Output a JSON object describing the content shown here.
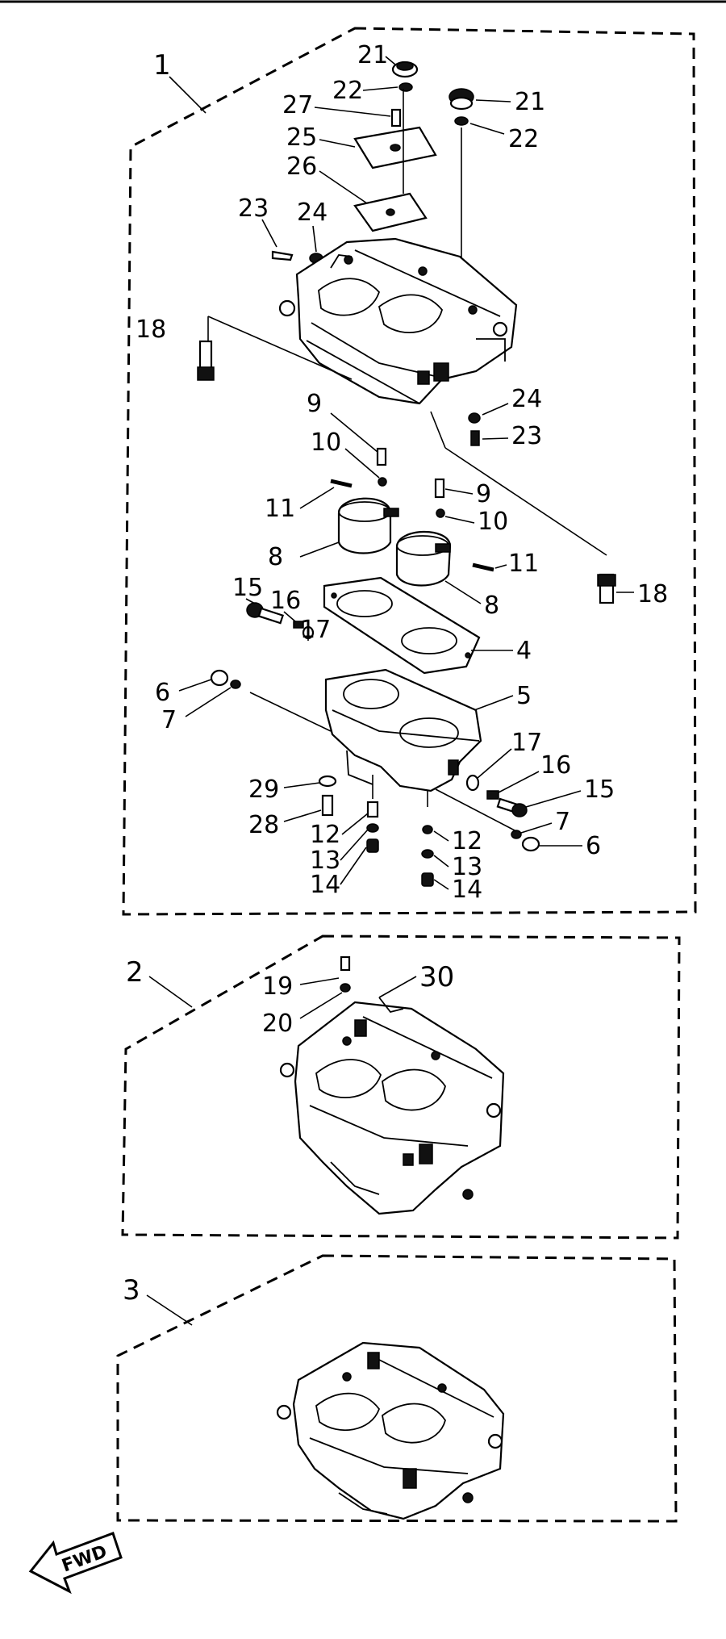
{
  "diagram": {
    "kind": "exploded parts diagram",
    "direction_tag": "FWD",
    "assemblies": [
      {
        "callout": "1"
      },
      {
        "callout": "2"
      },
      {
        "callout": "3"
      }
    ],
    "labels": {
      "l21a": "21",
      "l22a": "22",
      "l21b": "21",
      "l22b": "22",
      "l27": "27",
      "l25": "25",
      "l26": "26",
      "l23a": "23",
      "l24a": "24",
      "l18a": "18",
      "l24b": "24",
      "l23b": "23",
      "l9a": "9",
      "l10a": "10",
      "l9b": "9",
      "l10b": "10",
      "l11a": "11",
      "l8a": "8",
      "l11b": "11",
      "l8b": "8",
      "l18b": "18",
      "l15a": "15",
      "l16a": "16",
      "l17a": "17",
      "l4": "4",
      "l6a": "6",
      "l7a": "7",
      "l5": "5",
      "l17b": "17",
      "l16b": "16",
      "l15b": "15",
      "l29": "29",
      "l28": "28",
      "l12a": "12",
      "l12b": "12",
      "l7b": "7",
      "l6b": "6",
      "l13a": "13",
      "l13b": "13",
      "l14a": "14",
      "l14b": "14",
      "l2": "2",
      "l19": "19",
      "l20": "20",
      "l30": "30",
      "l3": "3",
      "l1": "1"
    }
  }
}
